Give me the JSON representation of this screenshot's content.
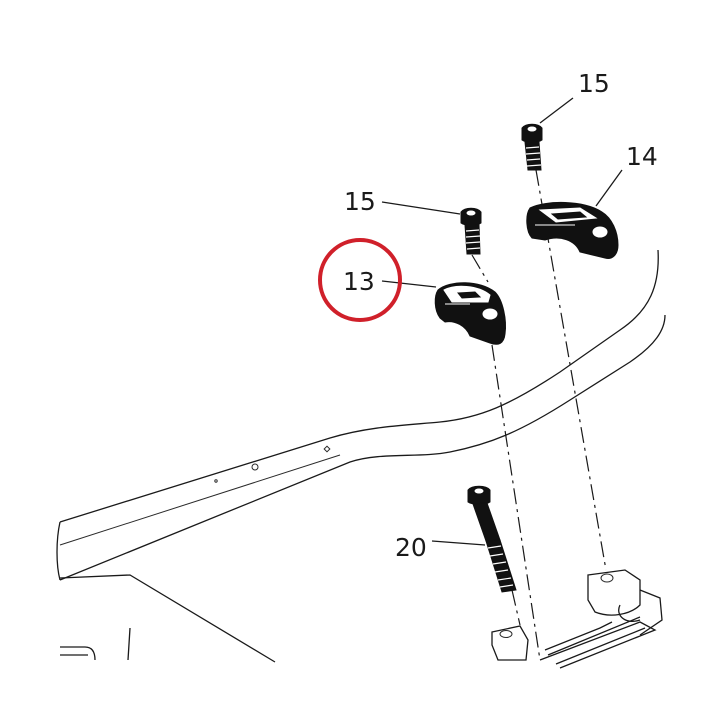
{
  "callouts": {
    "c15_top": "15",
    "c14": "14",
    "c15_mid": "15",
    "c13": "13",
    "c20": "20"
  },
  "colors": {
    "highlight_circle": "#d0202a",
    "line": "#1a1a1a",
    "part_fill": "#111111"
  },
  "highlighted_part": "13"
}
